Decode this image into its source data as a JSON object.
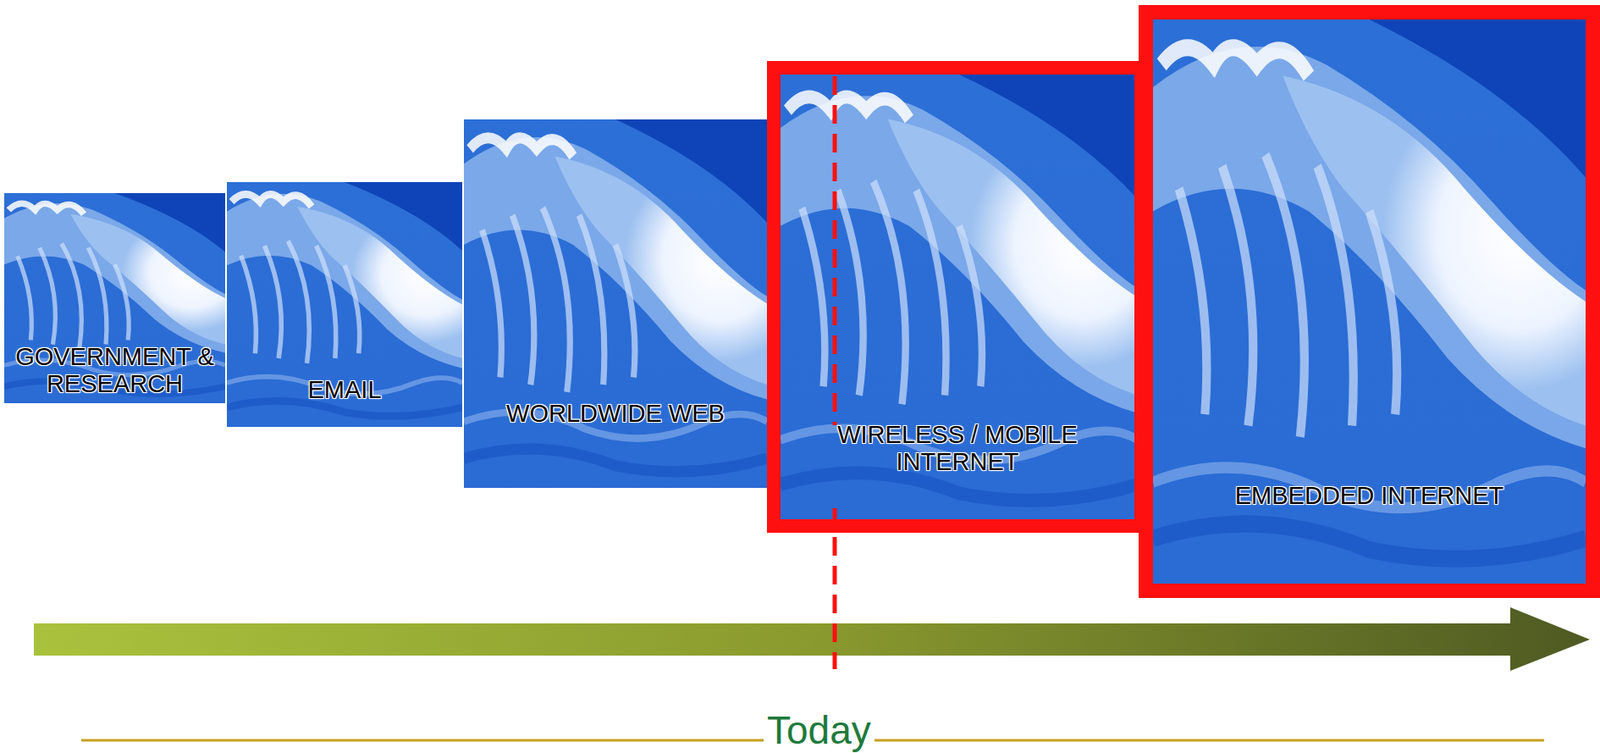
{
  "diagram": {
    "nodes": [
      {
        "text": [
          "GOVERNMENT & RESEARCH"
        ]
      },
      {
        "text": [
          "EMAIL"
        ]
      },
      {
        "text": [
          "WORLDWIDE WEB"
        ]
      },
      {
        "text": [
          "WIRELESS / MOBILE INTERNET"
        ]
      },
      {
        "text": [
          "EMBEDDED INTERNET"
        ]
      }
    ],
    "labels": [
      "Today"
    ]
  }
}
